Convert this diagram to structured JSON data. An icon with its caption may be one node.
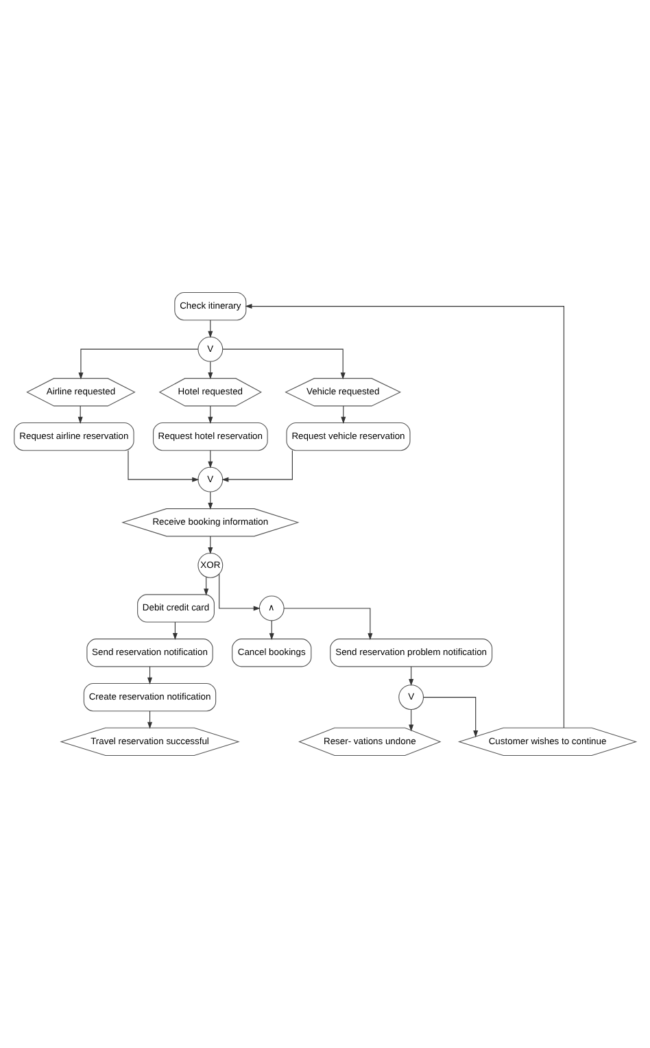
{
  "diagram": {
    "nodes": [
      {
        "text": [
          "Check itinerary"
        ]
      },
      {
        "text": [
          "V"
        ]
      },
      {
        "text": [
          "Airline requested"
        ]
      },
      {
        "text": [
          "Hotel requested"
        ]
      },
      {
        "text": [
          "Vehicle requested"
        ]
      },
      {
        "text": [
          "Request airline reservation"
        ]
      },
      {
        "text": [
          "Request hotel reservation"
        ]
      },
      {
        "text": [
          "Request vehicle reservation"
        ]
      },
      {
        "text": [
          "V"
        ]
      },
      {
        "text": [
          "Receive booking information"
        ]
      },
      {
        "text": [
          "XOR"
        ]
      },
      {
        "text": [
          "Debit credit card"
        ]
      },
      {
        "text": [
          "∧"
        ]
      },
      {
        "text": [
          "Cancel bookings"
        ]
      },
      {
        "text": [
          "Send reservation problem notification"
        ]
      },
      {
        "text": [
          "Send reservation notification"
        ]
      },
      {
        "text": [
          "V"
        ]
      },
      {
        "text": [
          "Create reservation notification"
        ]
      },
      {
        "text": [
          "Reser- vations undone"
        ]
      },
      {
        "text": [
          "Customer wishes to continue"
        ]
      },
      {
        "text": [
          "Travel reservation successful"
        ]
      }
    ],
    "edges": [
      {
        "from": 0,
        "to": 1,
        "arrow": "to"
      },
      {
        "from": 1,
        "to": 2,
        "arrow": "to"
      },
      {
        "from": 1,
        "to": 3,
        "arrow": "to"
      },
      {
        "from": 1,
        "to": 4,
        "arrow": "to"
      },
      {
        "from": 2,
        "to": 5,
        "arrow": "to"
      },
      {
        "from": 3,
        "to": 6,
        "arrow": "to"
      },
      {
        "from": 4,
        "to": 7,
        "arrow": "to"
      },
      {
        "from": 5,
        "to": 8,
        "arrow": "to"
      },
      {
        "from": 6,
        "to": 8,
        "arrow": "to"
      },
      {
        "from": 7,
        "to": 8,
        "arrow": "to"
      },
      {
        "from": 8,
        "to": 9,
        "arrow": "to"
      },
      {
        "from": 9,
        "to": 10,
        "arrow": "to"
      },
      {
        "from": 10,
        "to": 11,
        "arrow": "to"
      },
      {
        "from": 10,
        "to": 12,
        "arrow": "to"
      },
      {
        "from": 12,
        "to": 13,
        "arrow": "to"
      },
      {
        "from": 12,
        "to": 14,
        "arrow": "to"
      },
      {
        "from": 11,
        "to": 15,
        "arrow": "to"
      },
      {
        "from": 15,
        "to": 17,
        "arrow": "to"
      },
      {
        "from": 17,
        "to": 20,
        "arrow": "to"
      },
      {
        "from": 14,
        "to": 16,
        "arrow": "to"
      },
      {
        "from": 16,
        "to": 18,
        "arrow": "to"
      },
      {
        "from": 16,
        "to": 19,
        "arrow": "to"
      },
      {
        "from": 19,
        "to": 0,
        "arrow": "to"
      }
    ]
  }
}
